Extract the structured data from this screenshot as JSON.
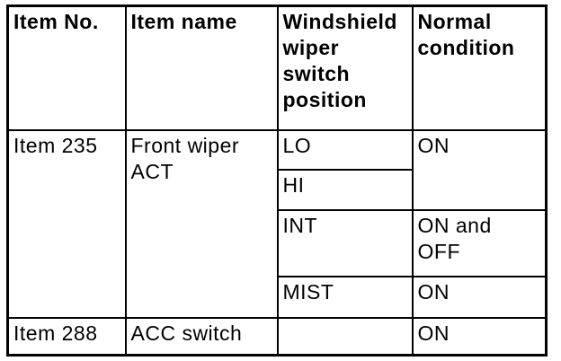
{
  "page": {
    "background_color": "#ffffff",
    "text_color": "#000000",
    "border_color": "#000000"
  },
  "table": {
    "columns": [
      {
        "key": "item_no",
        "label": "Item No."
      },
      {
        "key": "item_name",
        "label": "Item name"
      },
      {
        "key": "switch_position",
        "label": "Windshield\nwiper\nswitch\nposition"
      },
      {
        "key": "normal_condition",
        "label": "Normal\ncondition"
      }
    ],
    "rows": [
      {
        "item_no": "Item 235",
        "item_name": "Front wiper\nACT",
        "sub_rows": [
          {
            "switch_position": "LO",
            "normal_condition": "ON"
          },
          {
            "switch_position": "HI"
          },
          {
            "switch_position": "INT",
            "normal_condition": "ON and\nOFF"
          },
          {
            "switch_position": "MIST",
            "normal_condition": "ON"
          }
        ]
      },
      {
        "item_no": "Item 288",
        "item_name": "ACC switch",
        "switch_position": "",
        "normal_condition": "ON"
      }
    ]
  }
}
